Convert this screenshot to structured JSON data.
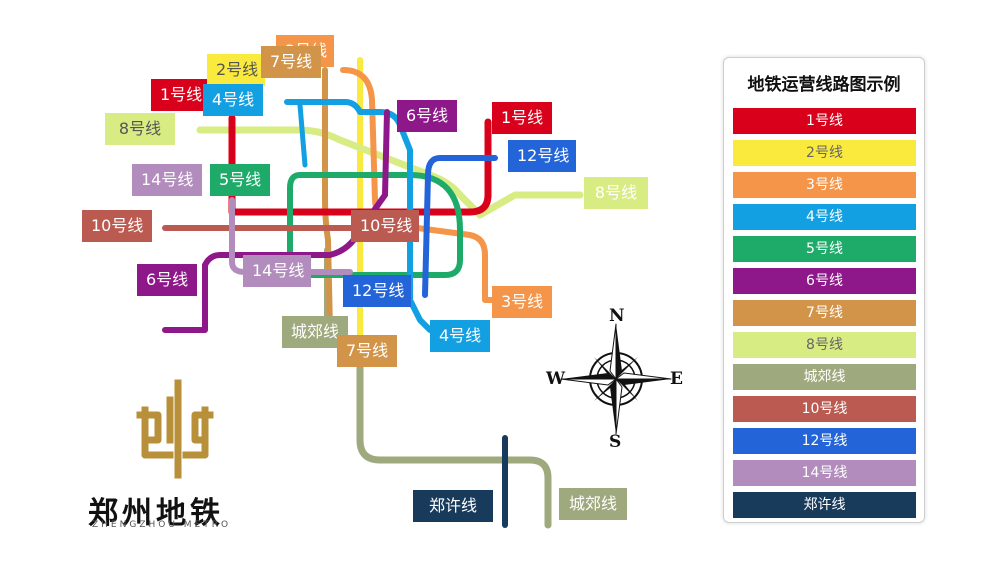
{
  "colors": {
    "line1": "#d9001b",
    "line2": "#fbea3e",
    "line3": "#f4954a",
    "line4": "#12a0e2",
    "line5": "#1eab6a",
    "line6": "#8e1789",
    "line7": "#d29449",
    "line8": "#d8ec84",
    "chengjiao": "#9fa97e",
    "line10": "#bb5a50",
    "line12": "#2364d8",
    "line14": "#b18cbc",
    "zhengxu": "#183a5b",
    "logo_gold": "#b8903a"
  },
  "map_labels": [
    {
      "id": "l1a",
      "text": "1号线",
      "color": "#d9001b"
    },
    {
      "id": "l2a",
      "text": "2号线",
      "color": "#fbea3e"
    },
    {
      "id": "l3a",
      "text": "3号线",
      "color": "#f4954a"
    },
    {
      "id": "l7a",
      "text": "7号线",
      "color": "#d29449"
    },
    {
      "id": "l4a",
      "text": "4号线",
      "color": "#12a0e2"
    },
    {
      "id": "l8a",
      "text": "8号线",
      "color": "#d8ec84"
    },
    {
      "id": "l6a",
      "text": "6号线",
      "color": "#8e1789"
    },
    {
      "id": "l1b",
      "text": "1号线",
      "color": "#d9001b"
    },
    {
      "id": "l12a",
      "text": "12号线",
      "color": "#2364d8"
    },
    {
      "id": "l14a",
      "text": "14号线",
      "color": "#b18cbc"
    },
    {
      "id": "l5a",
      "text": "5号线",
      "color": "#1eab6a"
    },
    {
      "id": "l8b",
      "text": "8号线",
      "color": "#d8ec84"
    },
    {
      "id": "l10a",
      "text": "10号线",
      "color": "#bb5a50"
    },
    {
      "id": "l10b",
      "text": "10号线",
      "color": "#bb5a50"
    },
    {
      "id": "l6b",
      "text": "6号线",
      "color": "#8e1789"
    },
    {
      "id": "l14b",
      "text": "14号线",
      "color": "#b18cbc"
    },
    {
      "id": "l12b",
      "text": "12号线",
      "color": "#2364d8"
    },
    {
      "id": "l3b",
      "text": "3号线",
      "color": "#f4954a"
    },
    {
      "id": "lcja",
      "text": "城郊线",
      "color": "#9fa97e"
    },
    {
      "id": "l7b",
      "text": "7号线",
      "color": "#d29449"
    },
    {
      "id": "l4b",
      "text": "4号线",
      "color": "#12a0e2"
    },
    {
      "id": "lzx",
      "text": "郑许线",
      "color": "#183a5b"
    },
    {
      "id": "lcjb",
      "text": "城郊线",
      "color": "#9fa97e"
    }
  ],
  "legend": {
    "title": "地铁运营线路图示例",
    "items": [
      {
        "label": "1号线",
        "color": "#d9001b"
      },
      {
        "label": "2号线",
        "color": "#fbea3e"
      },
      {
        "label": "3号线",
        "color": "#f4954a"
      },
      {
        "label": "4号线",
        "color": "#12a0e2"
      },
      {
        "label": "5号线",
        "color": "#1eab6a"
      },
      {
        "label": "6号线",
        "color": "#8e1789"
      },
      {
        "label": "7号线",
        "color": "#d29449"
      },
      {
        "label": "8号线",
        "color": "#d8ec84"
      },
      {
        "label": "城郊线",
        "color": "#9fa97e"
      },
      {
        "label": "10号线",
        "color": "#bb5a50"
      },
      {
        "label": "12号线",
        "color": "#2364d8"
      },
      {
        "label": "14号线",
        "color": "#b18cbc"
      },
      {
        "label": "郑许线",
        "color": "#183a5b"
      }
    ]
  },
  "compass": {
    "n": "N",
    "s": "S",
    "e": "E",
    "w": "W"
  },
  "logo": {
    "name": "郑州地铁",
    "subtitle": "ZHENGZHOU METRO"
  }
}
